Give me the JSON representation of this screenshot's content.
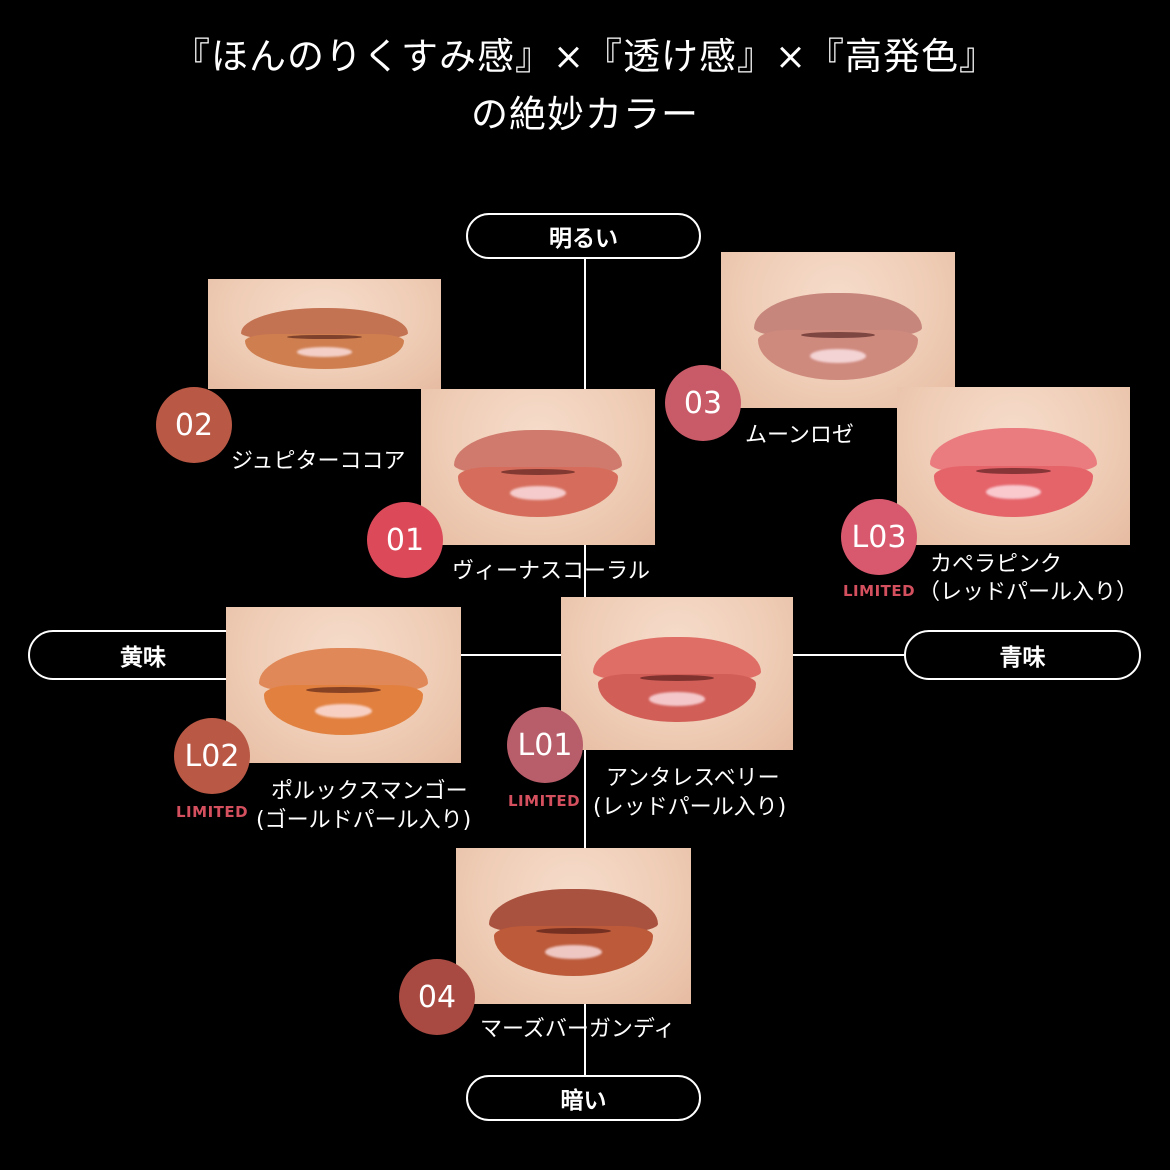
{
  "header": {
    "line1": "『ほんのりくすみ感』×『透け感』×『高発色』",
    "line2": "の絶妙カラー"
  },
  "axes": {
    "top": "明るい",
    "bottom": "暗い",
    "left": "黄味",
    "right": "青味"
  },
  "limited_label": "LIMITED",
  "colors": {
    "background": "#000000",
    "limited_text": "#d4505f",
    "axis_line": "#ffffff"
  },
  "shades": [
    {
      "code": "02",
      "name": "ジュピターココア",
      "sub": "",
      "limited": false,
      "badge_color": "#b95845",
      "lip_color": "#c9784f"
    },
    {
      "code": "01",
      "name": "ヴィーナスコーラル",
      "sub": "",
      "limited": false,
      "badge_color": "#dc4a5a",
      "lip_color": "#d7705f"
    },
    {
      "code": "03",
      "name": "ムーンロゼ",
      "sub": "",
      "limited": false,
      "badge_color": "#c95a68",
      "lip_color": "#c9847a"
    },
    {
      "code": "L03",
      "name": "カペラピンク",
      "sub": "（レッドパール入り）",
      "limited": true,
      "badge_color": "#d8586e",
      "lip_color": "#e86a6e"
    },
    {
      "code": "L02",
      "name": "ポルックスマンゴー",
      "sub": "(ゴールドパール入り)",
      "limited": true,
      "badge_color": "#b95845",
      "lip_color": "#e07c45"
    },
    {
      "code": "L01",
      "name": "アンタレスベリー",
      "sub": "(レッドパール入り)",
      "limited": true,
      "badge_color": "#b85d6a",
      "lip_color": "#d8605a"
    },
    {
      "code": "04",
      "name": "マーズバーガンディ",
      "sub": "",
      "limited": false,
      "badge_color": "#a84a42",
      "lip_color": "#b8583f"
    }
  ]
}
